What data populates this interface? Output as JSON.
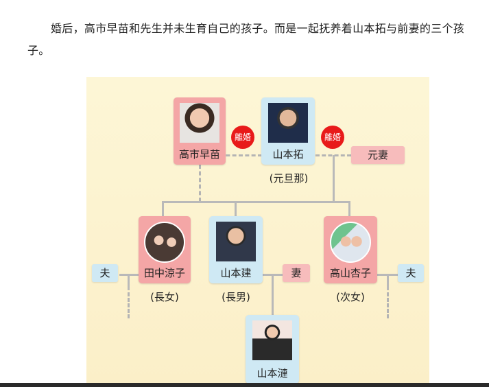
{
  "article": {
    "paragraph": "婚后，高市早苗和先生并未生育自己的孩子。而是一起抚养着山本拓与前妻的三个孩子。"
  },
  "family_tree": {
    "persons": {
      "takaichi": {
        "name": "高市早苗"
      },
      "yamamoto": {
        "name": "山本拓",
        "role": "(元旦那)"
      },
      "ex_wife": {
        "name": "元妻"
      },
      "tanaka": {
        "name": "田中涼子",
        "role": "(長女)"
      },
      "ken": {
        "name": "山本建",
        "role": "(長男)"
      },
      "takayama": {
        "name": "高山杏子",
        "role": "(次女)"
      },
      "ren": {
        "name": "山本漣"
      }
    },
    "spouses": {
      "left_husband": "夫",
      "ken_wife": "妻",
      "right_husband": "夫"
    },
    "badges": {
      "divorce_1": "離婚",
      "divorce_2": "離婚"
    }
  },
  "colors": {
    "pink_card": "#f4a6a6",
    "blue_card": "#cfe9f4",
    "badge_red": "#e81a1a",
    "background": "#fdf6d6"
  }
}
